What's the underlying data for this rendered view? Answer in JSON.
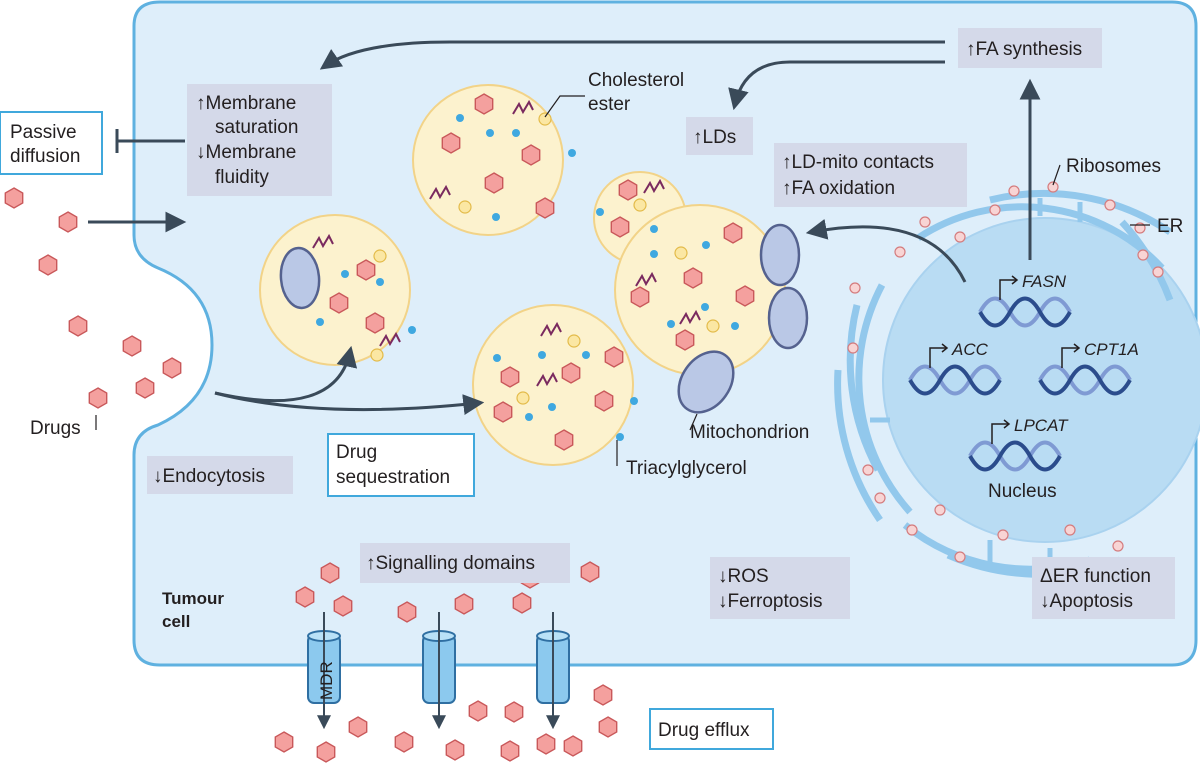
{
  "colors": {
    "cell_fill": "#deeefa",
    "cell_stroke": "#5fb1e0",
    "nucleus_fill": "#b9dcf3",
    "er_stroke": "#92c8ec",
    "ld_fill": "#fcf2ce",
    "ld_stroke": "#f2d388",
    "drug_fill": "#f4a09e",
    "drug_stroke": "#c9585a",
    "label_box": "#d4d9e9",
    "arrow": "#3a4a59",
    "dna_dark": "#2b4c8c",
    "dna_light": "#7f9ad3",
    "tag_border": "#40a8dc"
  },
  "labels": {
    "passive_diffusion_line1": "Passive",
    "passive_diffusion_line2": "diffusion",
    "membrane_line1": "↑Membrane",
    "membrane_line2": "saturation",
    "membrane_line3": "↓Membrane",
    "membrane_line4": "fluidity",
    "fa_synthesis": "↑FA synthesis",
    "lds": "↑LDs",
    "ld_mito_line1": "↑LD-mito contacts",
    "ld_mito_line2": "↑FA oxidation",
    "cholesterol_line1": "Cholesterol",
    "cholesterol_line2": "ester",
    "ribosomes": "Ribosomes",
    "er": "ER",
    "drugs": "Drugs",
    "endocytosis": "↓Endocytosis",
    "drug_seq_line1": "Drug",
    "drug_seq_line2": "sequestration",
    "triacylglycerol": "Triacylglycerol",
    "mitochondrion": "Mitochondrion",
    "nucleus": "Nucleus",
    "signalling": "↑Signalling domains",
    "ros_line1": "↓ROS",
    "ros_line2": "↓Ferroptosis",
    "er_function_line1": "ΔER function",
    "er_function_line2": "↓Apoptosis",
    "tumour_line1": "Tumour",
    "tumour_line2": "cell",
    "mdr": "MDR",
    "drug_efflux": "Drug efflux"
  },
  "genes": {
    "fasn": "FASN",
    "acc": "ACC",
    "cpt1a": "CPT1A",
    "lpcat": "LPCAT"
  },
  "icons": [
    "drug-hexagon-icon",
    "lipid-droplet-icon",
    "mitochondrion-icon",
    "dna-helix-icon",
    "mdr-pump-icon",
    "ribosome-icon"
  ]
}
